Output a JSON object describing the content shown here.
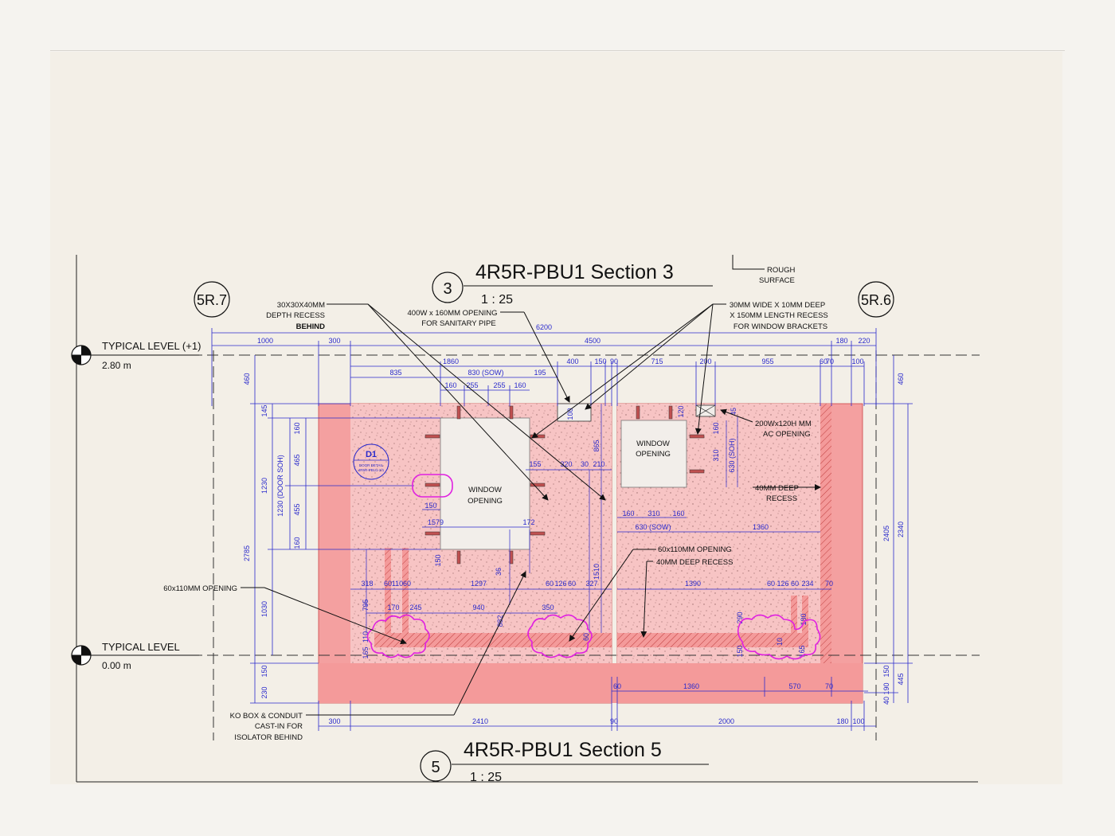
{
  "colors": {
    "dimension": "#2a2acc",
    "wall": "#f4a0a0",
    "concrete": "#f7c0c0",
    "clouds": "#e020e0",
    "background": "#f3efe7"
  },
  "section3": {
    "title": "4R5R-PBU1 Section 3",
    "number": "3",
    "scale": "1 : 25"
  },
  "section5": {
    "title": "4R5R-PBU1 Section 5",
    "number": "5",
    "scale": "1 : 25"
  },
  "grids": {
    "left": "5R.7",
    "right": "5R.6"
  },
  "levels": [
    {
      "name": "TYPICAL LEVEL (+1)",
      "value": "2.80 m"
    },
    {
      "name": "TYPICAL LEVEL",
      "value": "0.00 m"
    }
  ],
  "notes": {
    "rough": [
      "ROUGH",
      "SURFACE"
    ],
    "depth_recess": [
      "30X30X40MM",
      "DEPTH RECESS",
      "BEHIND"
    ],
    "sanitary": [
      "400W x 160MM OPENING",
      "FOR SANITARY PIPE"
    ],
    "window_brackets": [
      "30MM WIDE X 10MM DEEP",
      "X 150MM LENGTH RECESS",
      "FOR WINDOW BRACKETS"
    ],
    "ac_opening": [
      "200Wx120H MM",
      "AC OPENING"
    ],
    "deep_recess": [
      "40MM DEEP",
      "RECESS"
    ],
    "opening_60x110_right": "60x110MM OPENING",
    "deep_recess_40": "40MM DEEP RECESS",
    "opening_60x110_left": "60x110MM OPENING",
    "ko_box": [
      "KO BOX & CONDUIT",
      "CAST-IN FOR",
      "ISOLATOR BEHIND"
    ],
    "window_left": [
      "WINDOW",
      "OPENING"
    ],
    "window_right": [
      "WINDOW",
      "OPENING"
    ]
  },
  "tag": {
    "id": "D1",
    "line1": "DOOR DETAIL",
    "line2": "4R5R-PBU1-2/1"
  },
  "dims_top": {
    "overall": "6200",
    "row1": [
      "1000",
      "300",
      "4500",
      "180",
      "220"
    ],
    "row2": [
      "1860",
      "400",
      "150",
      "90",
      "715",
      "200",
      "955",
      "60",
      "70",
      "100"
    ],
    "row3": [
      "835",
      "830 (SOW)",
      "195"
    ],
    "row4": [
      "160",
      "255",
      "255",
      "160"
    ]
  },
  "dims_bottom": {
    "row1": [
      "300",
      "2410",
      "90",
      "2000",
      "180",
      "100"
    ],
    "row2": [
      "60",
      "1360",
      "570",
      "70"
    ]
  },
  "dims_left": [
    "460",
    "145",
    "160",
    "465",
    "455",
    "160",
    "1230",
    "1230 (DOOR SOH)",
    "2785",
    "1030",
    "150",
    "230"
  ],
  "dims_right": [
    "460",
    "2405",
    "2340",
    "150",
    "445",
    "190",
    "40"
  ],
  "dims_inner": [
    "150",
    "1579",
    "172",
    "150",
    "36",
    "1297",
    "60",
    "126",
    "60",
    "327",
    "318",
    "60",
    "110",
    "60",
    "795",
    "170",
    "245",
    "940",
    "882",
    "350",
    "165",
    "110",
    "155",
    "320",
    "30",
    "210",
    "865",
    "1510",
    "160",
    "310",
    "160",
    "630 (SOW)",
    "1360",
    "120",
    "45",
    "160",
    "310",
    "630 (SOH)",
    "1390",
    "60",
    "126",
    "60",
    "234",
    "290",
    "150",
    "165",
    "180",
    "10",
    "70",
    "100",
    "60"
  ]
}
